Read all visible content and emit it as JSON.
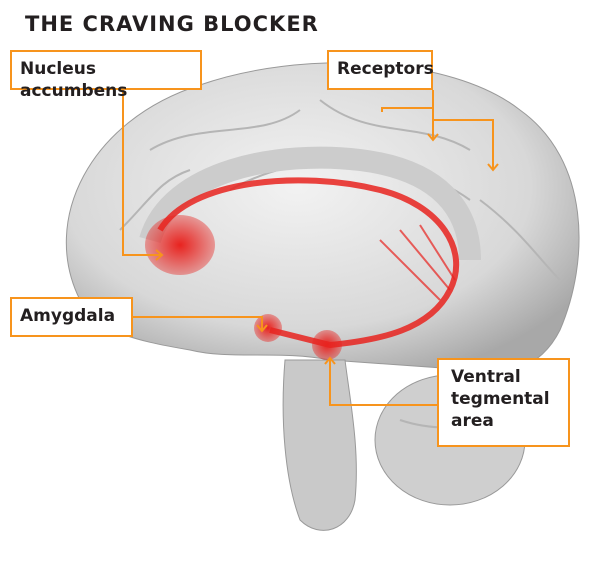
{
  "title": "THE CRAVING BLOCKER",
  "labels": {
    "nucleus": "Nucleus accumbens",
    "receptors": "Receptors",
    "amygdala": "Amygdala",
    "vta": "Ventral tegmental area"
  },
  "colors": {
    "accent": "#f7941d",
    "pathway": "#e8231f",
    "brain": "#d9d9d9"
  }
}
